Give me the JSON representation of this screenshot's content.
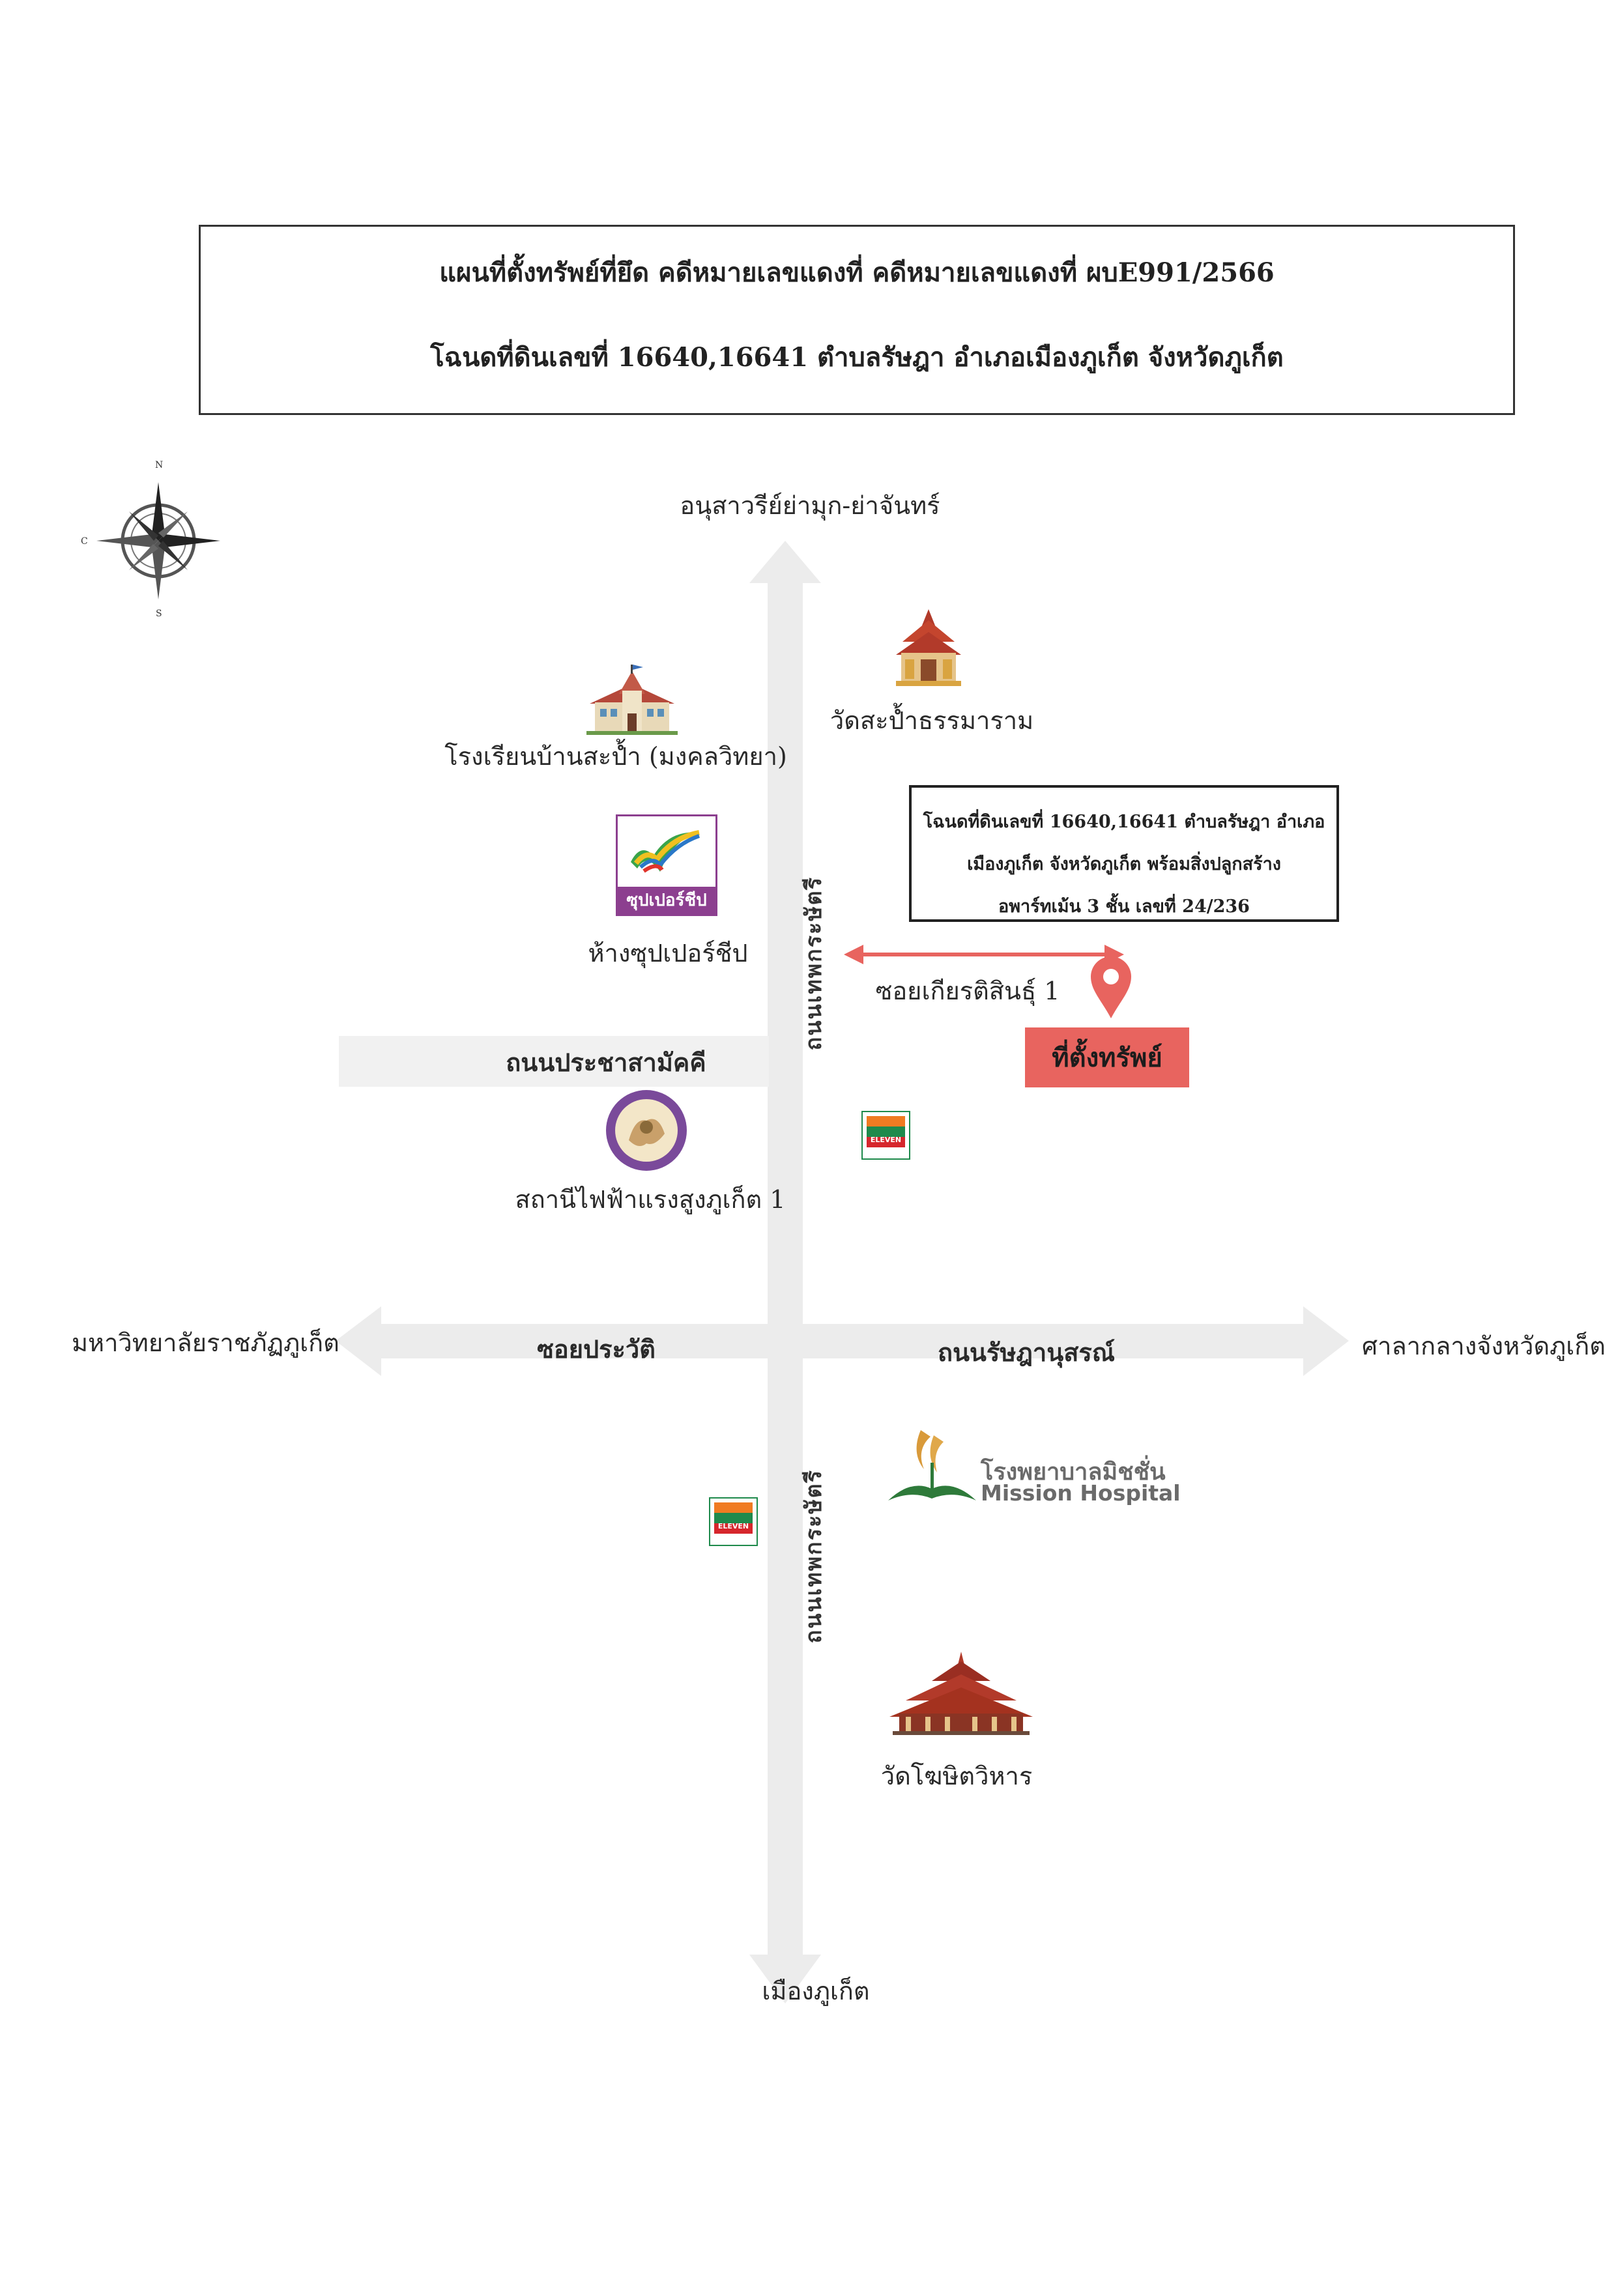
{
  "header": {
    "line1": "แผนที่ตั้งทรัพย์ที่ยึด คดีหมายเลขแดงที่ คดีหมายเลขแดงที่ ผบE991/2566",
    "line2": "โฉนดที่ดินเลขที่ 16640,16641 ตำบลรัษฎา อำเภอเมืองภูเก็ต จังหวัดภูเก็ต"
  },
  "compass": {
    "north": "N",
    "south": "S",
    "west": "C"
  },
  "destinations": {
    "north": "อนุสาวรีย์ย่ามุก-ย่าจันทร์",
    "south": "เมืองภูเก็ต",
    "west": "มหาวิทยาลัยราชภัฏภูเก็ต",
    "east": "ศาลากลางจังหวัดภูเก็ต"
  },
  "roads": {
    "main_vertical_upper": "ถนนเทพกระษัตรี",
    "main_vertical_lower": "ถนนเทพกระษัตรี",
    "prachasamakkhi": "ถนนประชาสามัคคี",
    "soi_prawat": "ซอยประวัติ",
    "ratsadanusorn": "ถนนรัษฎานุสรณ์",
    "soi_kiattisin": "ซอยเกียรติสินธุ์ 1"
  },
  "landmarks": {
    "school": "โรงเรียนบ้านสะป้ำ (มงคลวิทยา)",
    "temple_north": "วัดสะป้ำธรรมาราม",
    "supercheap_logo": "ซุปเปอร์ชีป",
    "supercheap": "ห้างซุปเปอร์ชีป",
    "substation": "สถานีไฟฟ้าแรงสูงภูเก็ต 1",
    "hospital_th": "โรงพยาบาลมิชชั่น",
    "hospital_en": "Mission Hospital",
    "temple_south": "วัดโฆษิตวิหาร",
    "seven_eleven": "ELEVEN"
  },
  "property": {
    "line1": "โฉนดที่ดินเลขที่ 16640,16641 ตำบลรัษฎา อำเภอ",
    "line2": "เมืองภูเก็ต จังหวัดภูเก็ต พร้อมสิ่งปลูกสร้าง",
    "line3": "อพาร์ทเม้น 3 ชั้น เลขที่ 24/236",
    "marker_label": "ที่ตั้งทรัพย์"
  },
  "colors": {
    "road": "#ececec",
    "marker": "#e8645f",
    "arrow": "#e8645f",
    "supercheap_purple": "#8c3f8f",
    "seven_green": "#1f8a4c",
    "seven_orange": "#f07b22",
    "seven_red": "#d6262c",
    "temple_red": "#b23a2a",
    "temple_gold": "#d9a441"
  }
}
